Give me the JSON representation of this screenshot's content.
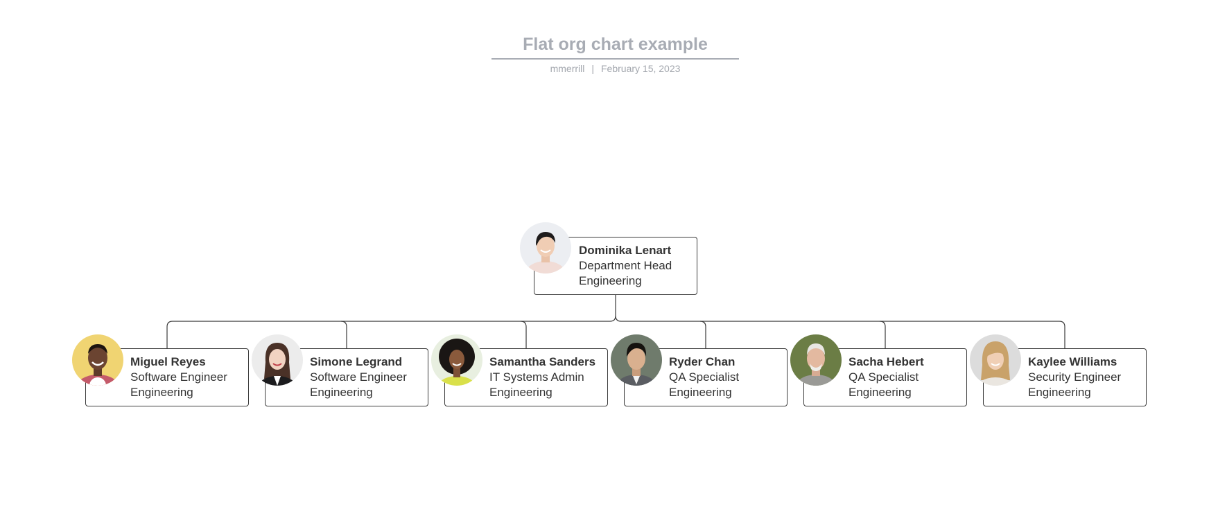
{
  "header": {
    "title": "Flat org chart example",
    "author": "mmerrill",
    "separator": "|",
    "date": "February 15, 2023"
  },
  "head": {
    "name": "Dominika Lenart",
    "role": "Department Head",
    "dept": "Engineering"
  },
  "reports": [
    {
      "name": "Miguel Reyes",
      "role": "Software Engineer",
      "dept": "Engineering"
    },
    {
      "name": "Simone Legrand",
      "role": "Software Engineer",
      "dept": "Engineering"
    },
    {
      "name": "Samantha Sanders",
      "role": "IT Systems Admin",
      "dept": "Engineering"
    },
    {
      "name": "Ryder Chan",
      "role": "QA Specialist",
      "dept": "Engineering"
    },
    {
      "name": "Sacha Hebert",
      "role": "QA Specialist",
      "dept": "Engineering"
    },
    {
      "name": "Kaylee Williams",
      "role": "Security Engineer",
      "dept": "Engineering"
    }
  ]
}
